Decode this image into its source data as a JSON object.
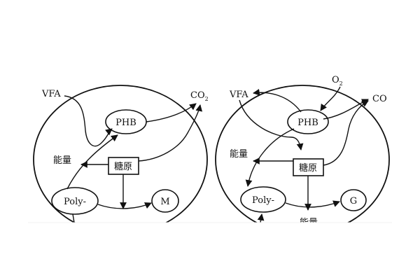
{
  "left_panel": {
    "vfa": "VFA",
    "co2_main": "CO",
    "co2_sub": "2",
    "phb": "PHB",
    "energy": "能量",
    "glycogen": "糖原",
    "poly": "Poly-",
    "m": "M"
  },
  "right_panel": {
    "vfa": "VFA",
    "o2_main": "O",
    "o2_sub": "2",
    "co": "CO",
    "phb": "PHB",
    "energy": "能量",
    "glycogen": "糖原",
    "poly": "Poly-",
    "g": "G",
    "energy_bottom": "能量"
  },
  "colors": {
    "line": "#111111",
    "background": "#ffffff"
  }
}
